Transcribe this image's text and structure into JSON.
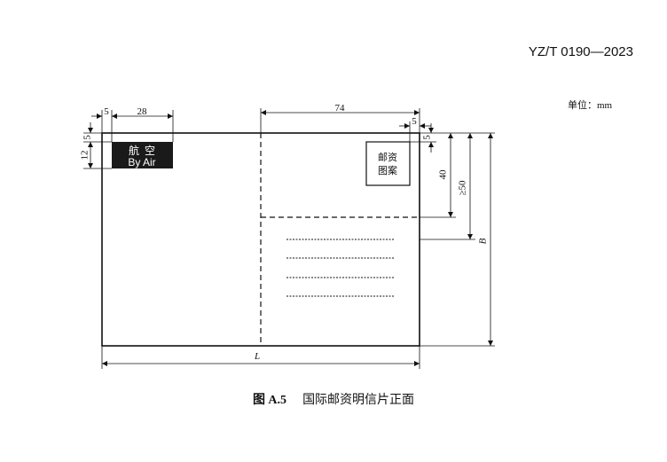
{
  "header": {
    "standard_number": "YZ/T 0190—2023"
  },
  "unit": {
    "label": "单位：mm"
  },
  "caption": {
    "figure_number": "图 A.5",
    "title": "国际邮资明信片正面"
  },
  "airmail_label": {
    "line1": "航  空",
    "line2": "By Air"
  },
  "stamp_box": {
    "line1": "邮资",
    "line2": "图案"
  },
  "dimensions": {
    "label_left_margin": "5",
    "label_width": "28",
    "label_top_margin": "5",
    "label_height": "12",
    "address_width": "74",
    "stamp_right_margin": "5",
    "stamp_top_margin": "5",
    "stamp_zone_height": "40",
    "address_zone_height": "≥50",
    "card_height": "B",
    "card_length": "L"
  }
}
